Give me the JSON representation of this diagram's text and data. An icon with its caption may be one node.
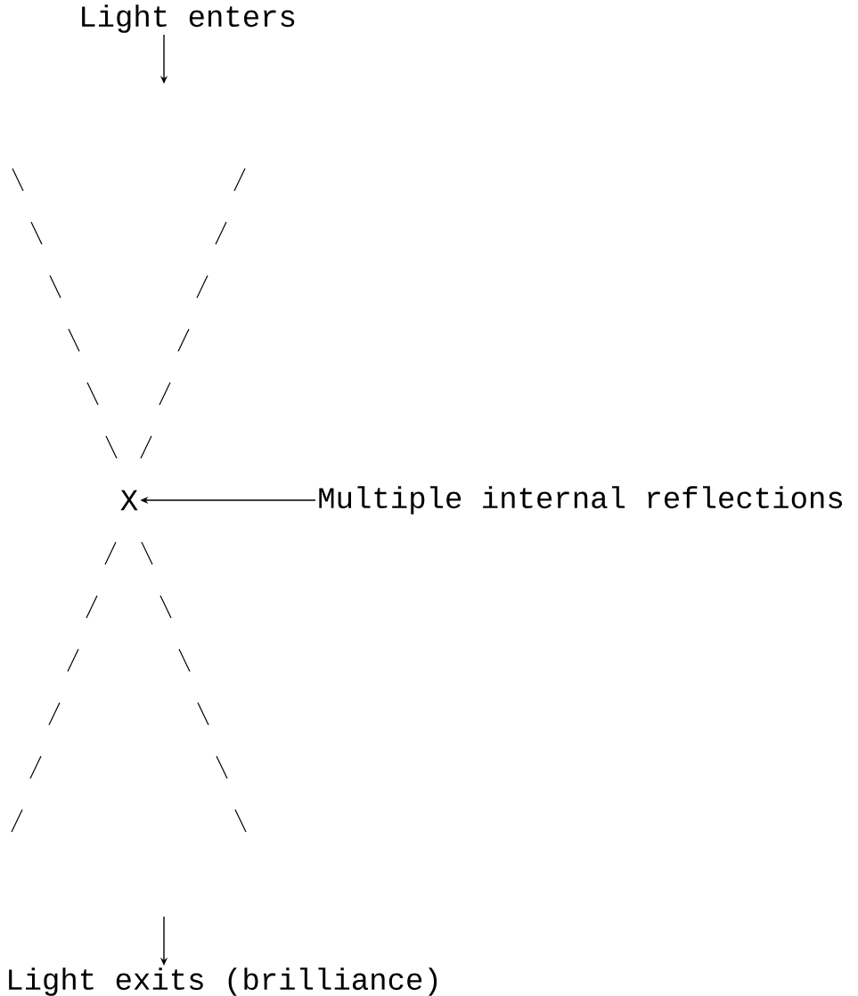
{
  "diagram": {
    "nodes": [
      {
        "text": [
          "Light enters"
        ]
      },
      {
        "text": [
          "X"
        ]
      },
      {
        "text": [
          "Multiple internal reflections"
        ]
      },
      {
        "text": [
          "Light exits (brilliance)"
        ]
      }
    ],
    "edges": [
      {
        "from": 0,
        "to": null,
        "arrow": "to"
      },
      {
        "from": 2,
        "to": 1,
        "arrow": "to"
      },
      {
        "from": null,
        "to": 3,
        "arrow": "to"
      }
    ]
  }
}
